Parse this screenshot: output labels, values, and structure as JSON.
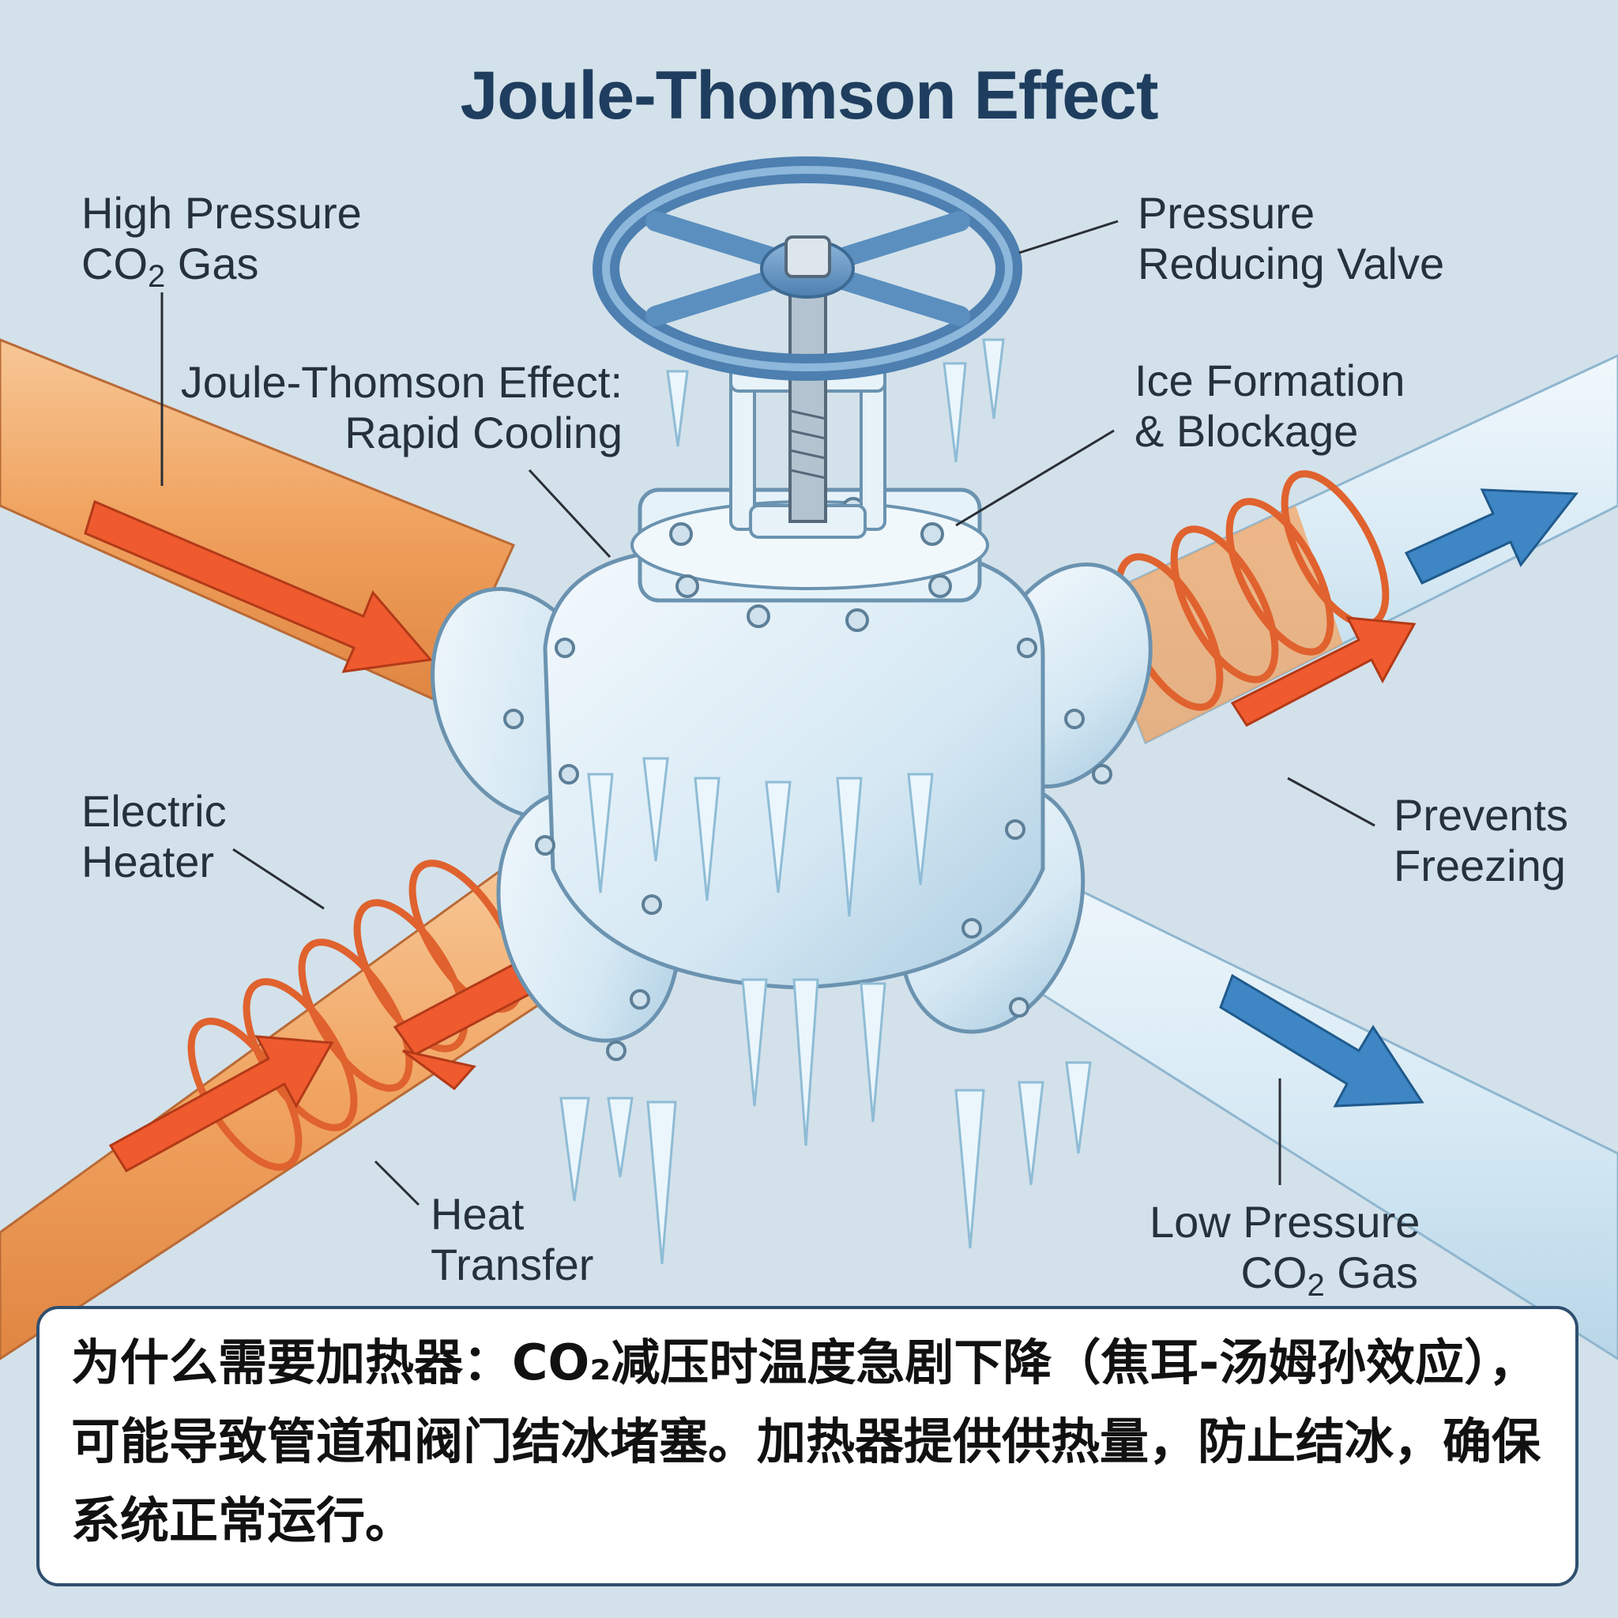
{
  "title": "Joule-Thomson Effect",
  "labels": {
    "high_pressure": {
      "line1": "High Pressure",
      "line2_pre": "CO",
      "line2_sub": "2",
      "line2_post": " Gas"
    },
    "jt_cooling": {
      "line1": "Joule-Thomson Effect:",
      "line2": "Rapid Cooling"
    },
    "valve": {
      "line1": "Pressure",
      "line2": "Reducing Valve"
    },
    "ice": {
      "line1": "Ice Formation",
      "line2": "& Blockage"
    },
    "heater": {
      "line1": "Electric",
      "line2": "Heater"
    },
    "prevents": {
      "line1": "Prevents",
      "line2": "Freezing"
    },
    "heat_transfer": {
      "line1": "Heat",
      "line2": "Transfer"
    },
    "low_pressure": {
      "line1": "Low Pressure",
      "line2_pre": "CO",
      "line2_sub": "2",
      "line2_post": " Gas"
    }
  },
  "caption": "为什么需要加热器：CO₂减压时温度急剧下降（焦耳-汤姆孙效应），可能导致管道和阀门结冰堵塞。加热器提供供热量，防止结冰，确保系统正常运行。",
  "colors": {
    "background": "#d3e1ea",
    "hot_pipe": "#f0a25e",
    "cold_pipe": "#d8eaf4",
    "hot_arrow": "#ef5a2e",
    "cold_arrow": "#3e86c4",
    "heater_coil": "#e0622e",
    "valve_blue": "#5a8fbf",
    "ice": "#e9f5fb",
    "title": "#1f3e5f"
  }
}
